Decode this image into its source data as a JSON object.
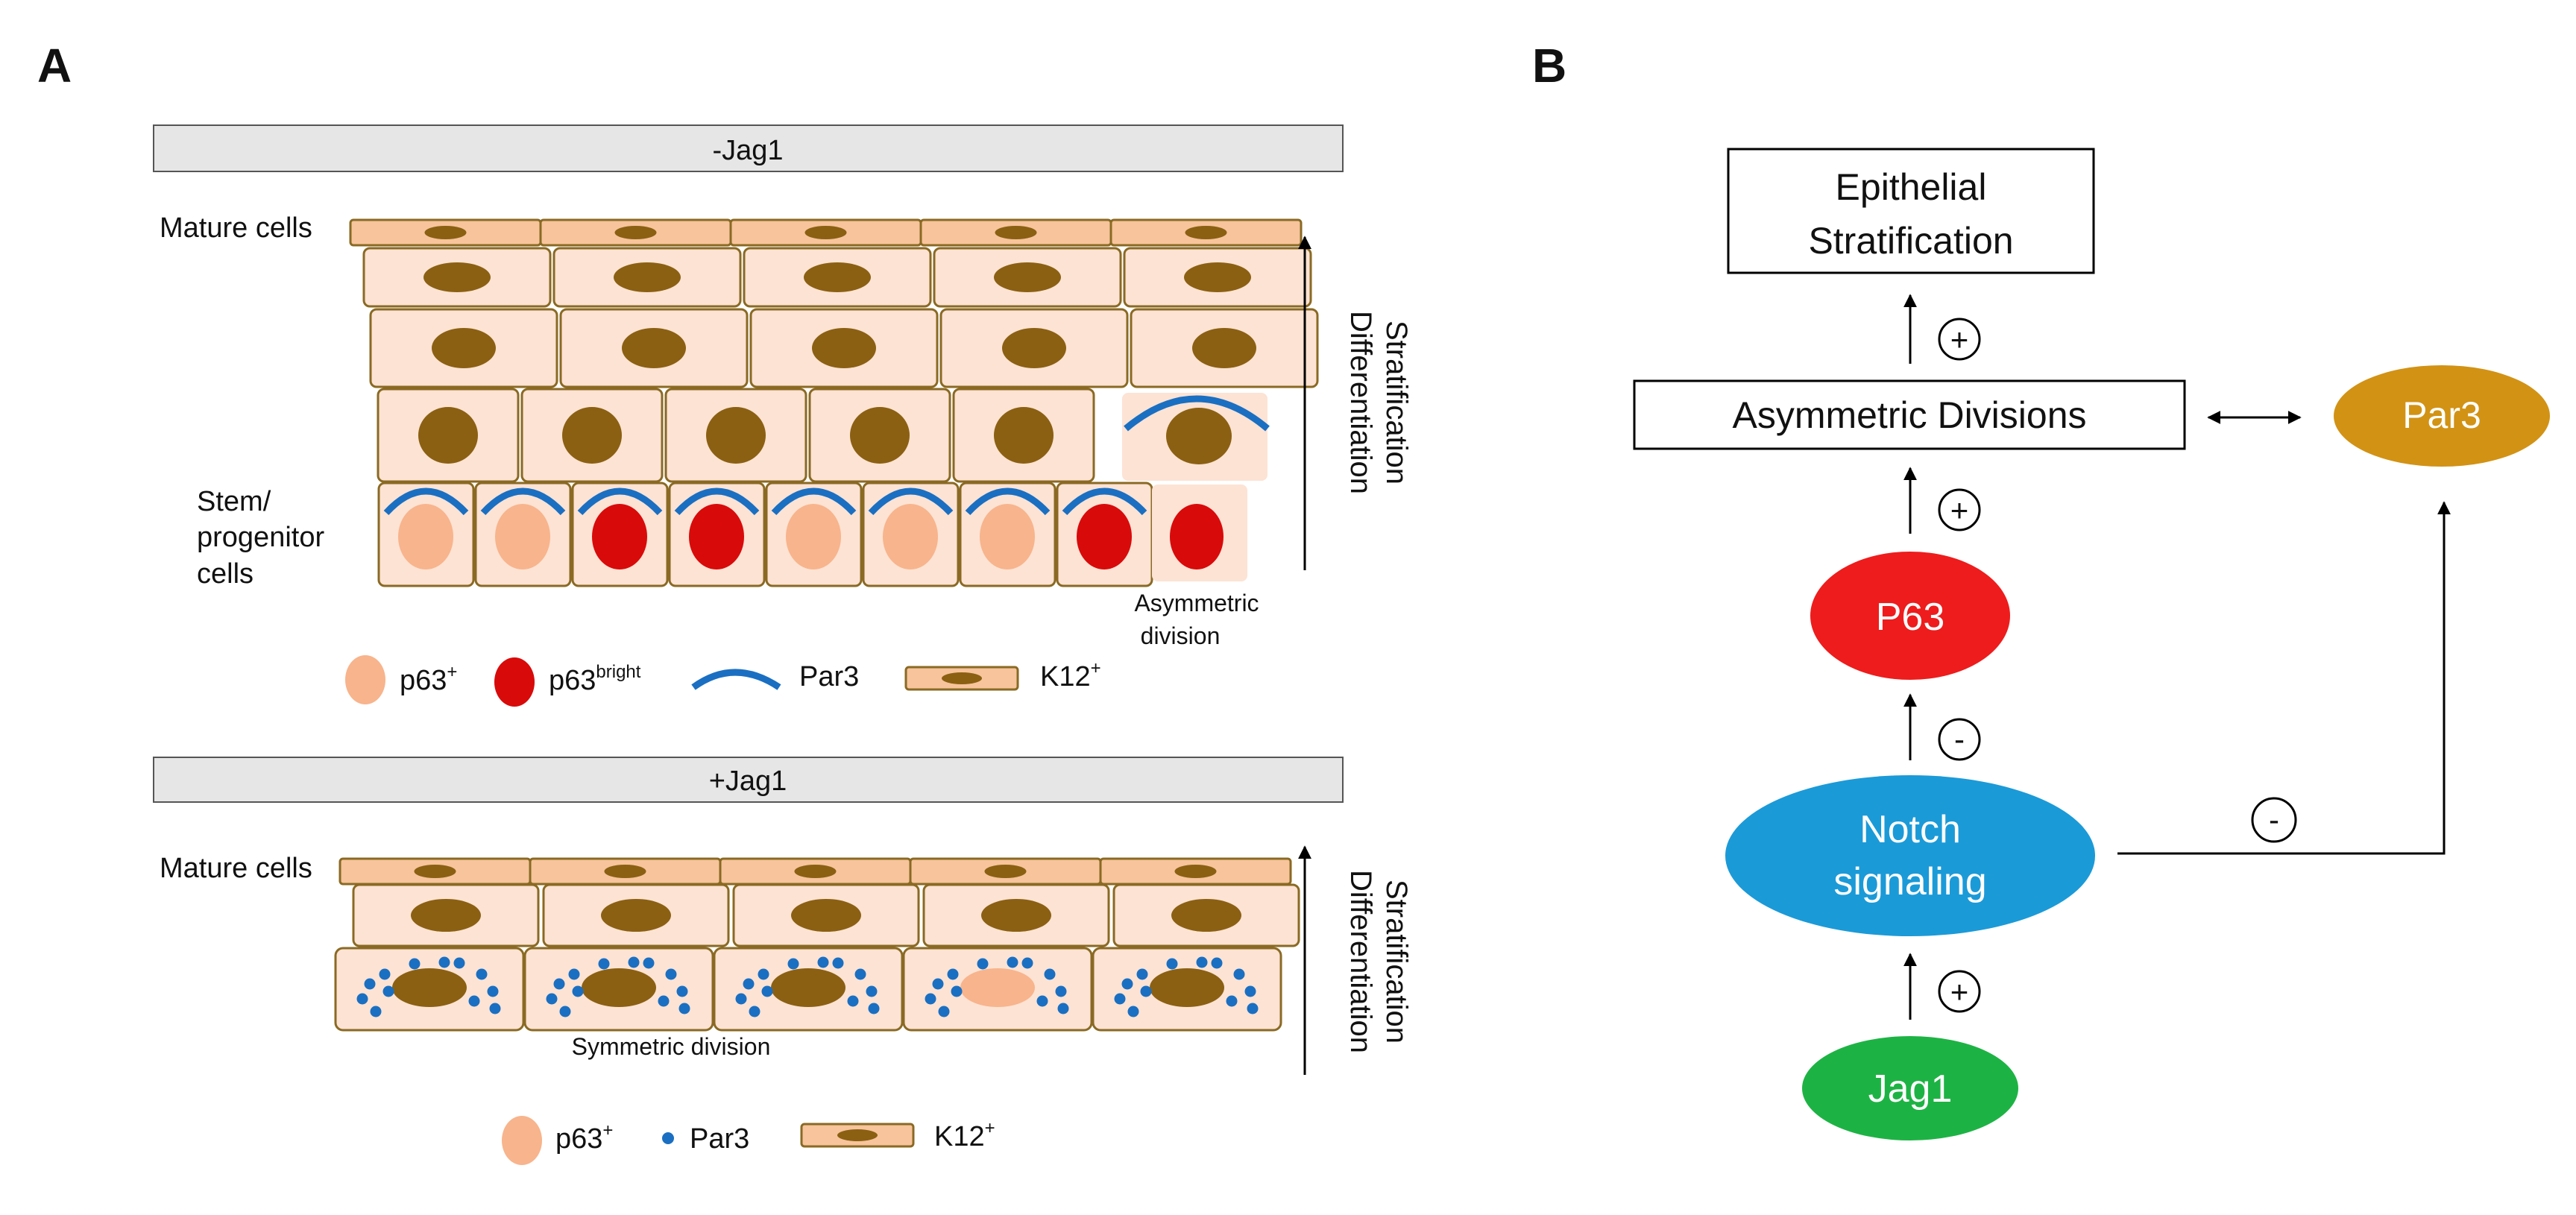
{
  "panel_a": {
    "letter": "A",
    "top": {
      "banner": "-Jag1",
      "mature_label": "Mature cells",
      "stem_label_1": "Stem/",
      "stem_label_2": "progenitor",
      "stem_label_3": "cells",
      "asym_label_1": "Asymmetric",
      "asym_label_2": "division",
      "axis_label_1": "Differentiation",
      "axis_label_2": "Stratification",
      "basal_nuclei": [
        "p63+",
        "p63+",
        "p63bright",
        "p63bright",
        "p63+",
        "p63+",
        "p63+",
        "p63bright"
      ],
      "legend": {
        "p63plus_base": "p63",
        "p63plus_sup": "+",
        "p63bright_base": "p63",
        "p63bright_sup": "bright",
        "par3": "Par3",
        "k12_base": "K12",
        "k12_sup": "+"
      }
    },
    "bottom": {
      "banner": "+Jag1",
      "mature_label": "Mature cells",
      "sym_label": "Symmetric division",
      "axis_label_1": "Differentiation",
      "axis_label_2": "Stratification",
      "legend": {
        "p63plus_base": "p63",
        "p63plus_sup": "+",
        "par3": "Par3",
        "k12_base": "K12",
        "k12_sup": "+"
      }
    }
  },
  "panel_b": {
    "letter": "B",
    "nodes": {
      "epithelial_1": "Epithelial",
      "epithelial_2": "Stratification",
      "asymmetric": "Asymmetric Divisions",
      "par3": "Par3",
      "p63": "P63",
      "notch_1": "Notch",
      "notch_2": "signaling",
      "jag1": "Jag1"
    },
    "signs": {
      "asym_to_epi": "+",
      "p63_to_asym": "+",
      "notch_to_p63": "-",
      "jag1_to_notch": "+",
      "notch_to_par3": "-"
    }
  },
  "colors": {
    "cell_fill": "#fde3d4",
    "cell_stroke": "#8a6a23",
    "nucleus_brown": "#8b6012",
    "p63_plus": "#f8b48c",
    "p63_bright": "#d90a0a",
    "par3_blue": "#1a6fc2",
    "mature_fill": "#f7c49c",
    "banner_fill": "#e6e6e6",
    "p63_node": "#ee1c1c",
    "notch_node": "#1b9ad8",
    "jag1_node": "#1db344",
    "par3_node": "#d29214"
  }
}
